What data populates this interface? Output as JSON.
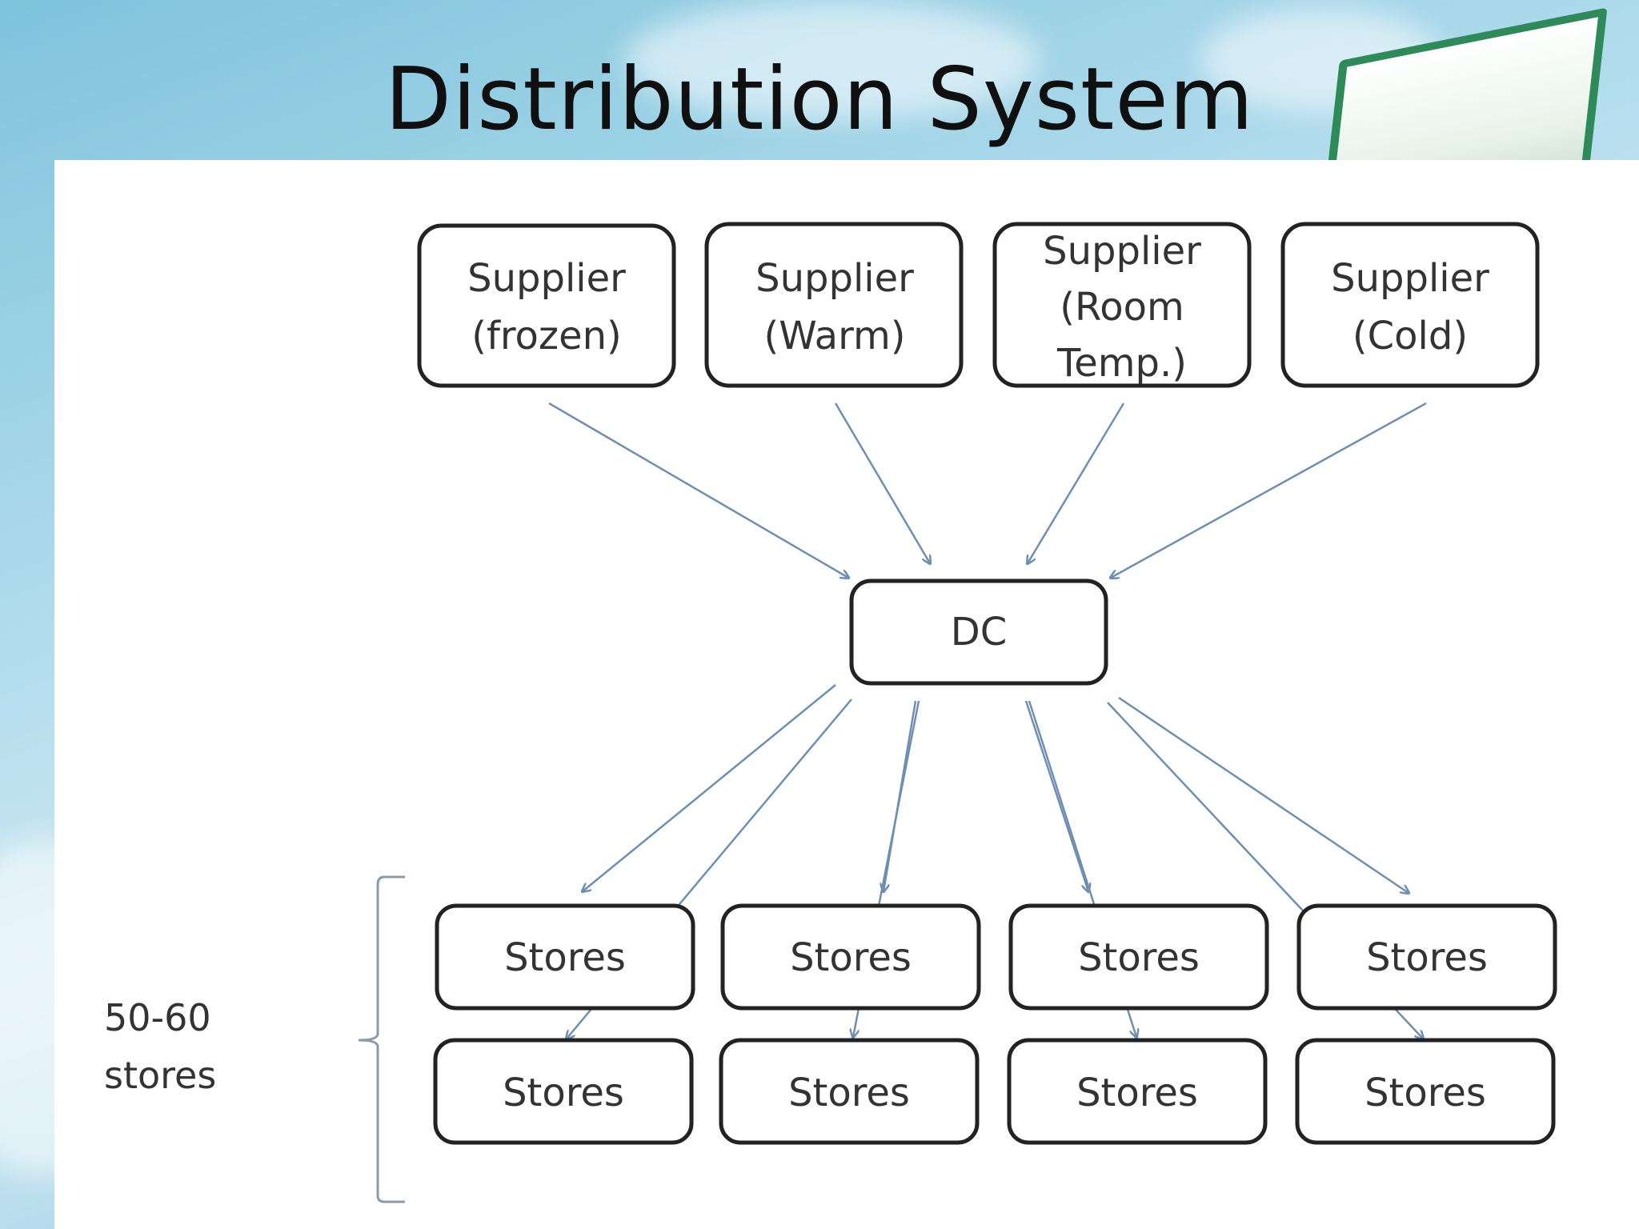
{
  "slide": {
    "title": "Distribution System"
  },
  "suppliers": [
    {
      "lines": [
        "Supplier",
        "(frozen)"
      ]
    },
    {
      "lines": [
        "Supplier",
        "(Warm)"
      ]
    },
    {
      "lines": [
        "Supplier",
        "(Room",
        "Temp.)"
      ]
    },
    {
      "lines": [
        "Supplier",
        "(Cold)"
      ]
    }
  ],
  "dc": {
    "label": "DC"
  },
  "stores": {
    "top_row": [
      "Stores",
      "Stores",
      "Stores",
      "Stores"
    ],
    "bottom_row": [
      "Stores",
      "Stores",
      "Stores",
      "Stores"
    ]
  },
  "store_count": {
    "lines": [
      "50-60",
      "stores"
    ]
  },
  "colors": {
    "arrow": "#6f8fb2",
    "box_border": "#222222",
    "text": "#333333"
  }
}
